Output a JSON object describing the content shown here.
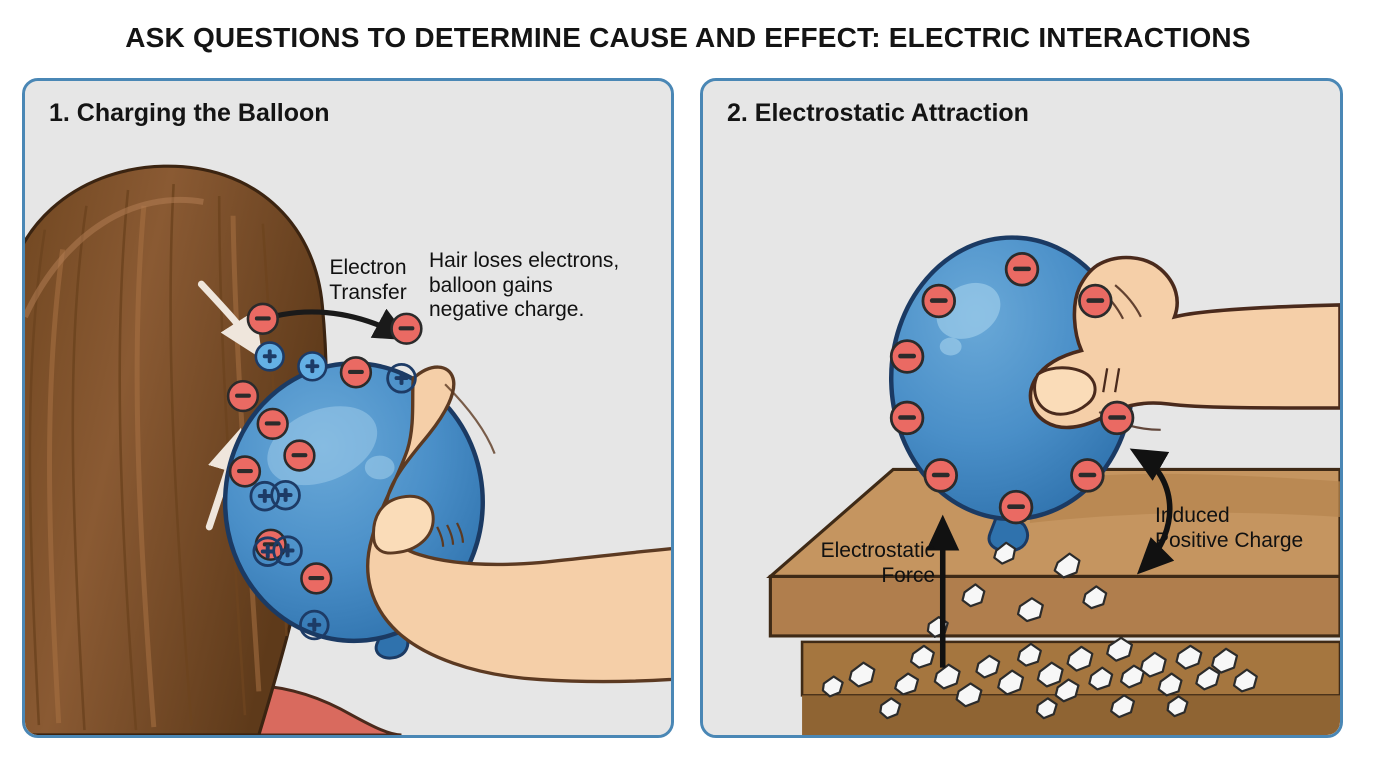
{
  "page": {
    "title": "ASK QUESTIONS TO DETERMINE CAUSE AND EFFECT: ELECTRIC INTERACTIONS",
    "background_color": "#ffffff"
  },
  "theme": {
    "panel_border": "#4a87b5",
    "panel_background": "#e6e6e6",
    "negative_charge_fill": "#ea6a63",
    "positive_charge_fill": "#64b0e4",
    "positive_charge_outline": "#1d3b66",
    "balloon_fill": "#4a8fc8",
    "balloon_outline": "#1b3a63",
    "hair_color": "#8a5a33",
    "skin_color": "#f5cfa8",
    "shirt_color": "#d96a5e",
    "table_top": "#c59560",
    "table_edge": "#b07e4d",
    "text_color": "#111111"
  },
  "panels": [
    {
      "id": "charging-the-balloon",
      "title": "1. Charging the Balloon",
      "annotations": [
        {
          "id": "electron-transfer",
          "text": "Electron\nTransfer"
        },
        {
          "id": "hair-loses-electrons",
          "text": "Hair loses electrons,\nballoon gains\nnegative charge."
        }
      ],
      "charges": {
        "negative_symbol": "−",
        "positive_symbol": "+",
        "negative_count": 8,
        "positive_count": 7
      },
      "elements": [
        "hair",
        "balloon",
        "hand",
        "shirt",
        "electron-transfer-arrow",
        "hair-motion-arrows"
      ]
    },
    {
      "id": "electrostatic-attraction",
      "title": "2. Electrostatic Attraction",
      "annotations": [
        {
          "id": "electrostatic-force",
          "text": "Electrostatic\nForce"
        },
        {
          "id": "induced-positive-charge",
          "text": "Induced\nPositive Charge"
        }
      ],
      "charges": {
        "negative_symbol": "−",
        "negative_count": 9
      },
      "elements": [
        "balloon",
        "hand",
        "paper-bits",
        "table",
        "force-arrow",
        "induced-charge-arrow"
      ]
    }
  ]
}
